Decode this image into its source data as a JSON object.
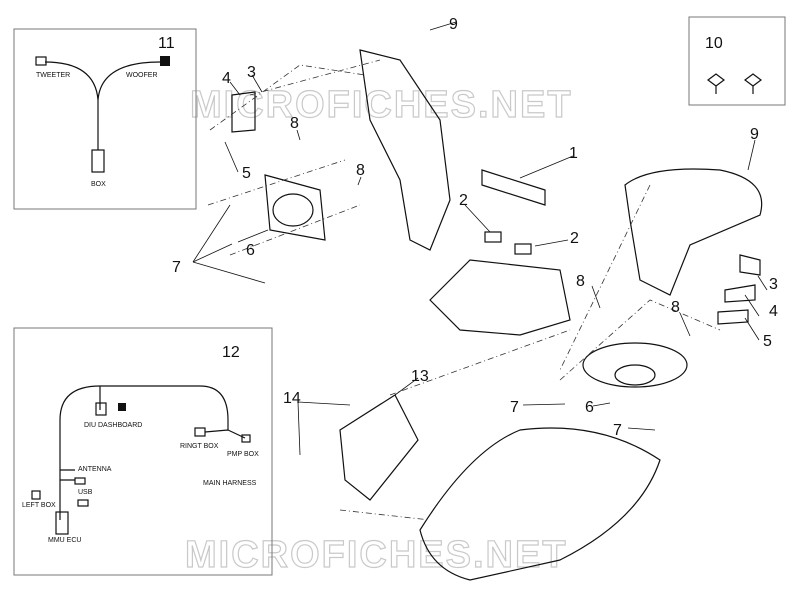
{
  "watermark": "MICROFICHES.NET",
  "part_numbers": [
    "1",
    "2",
    "2",
    "3",
    "3",
    "4",
    "4",
    "5",
    "5",
    "6",
    "6",
    "7",
    "7",
    "7",
    "8",
    "8",
    "8",
    "8",
    "9",
    "9",
    "10",
    "11",
    "12",
    "13",
    "14"
  ],
  "box11": {
    "number": "11",
    "tweeter": "TWEETER",
    "woofer": "WOOFER",
    "box": "BOX"
  },
  "box10": {
    "number": "10"
  },
  "box12": {
    "number": "12",
    "diu": "DIU DASHBOARD",
    "antenna": "ANTENNA",
    "usb": "USB",
    "left_box": "LEFT BOX",
    "mmu": "MMU ECU",
    "ringt": "RINGT BOX",
    "pmp": "PMP BOX",
    "main_harness": "MAIN HARNESS"
  }
}
